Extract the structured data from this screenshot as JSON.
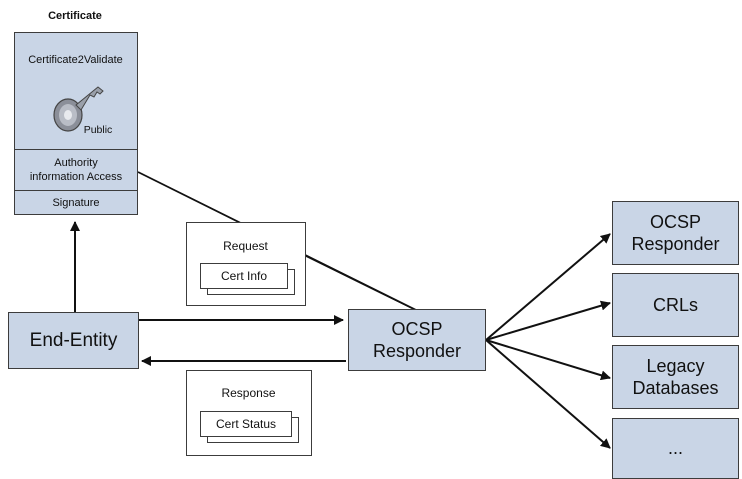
{
  "certificate": {
    "title": "Certificate",
    "subject": "Certificate2Validate",
    "key_label": "Public",
    "aia_label": "Authority information Access",
    "signature_label": "Signature"
  },
  "end_entity": {
    "label": "End-Entity"
  },
  "ocsp_center": {
    "label": "OCSP Responder"
  },
  "request": {
    "title": "Request",
    "inner_label": "Cert Info"
  },
  "response": {
    "title": "Response",
    "inner_label": "Cert Status"
  },
  "backends": [
    {
      "label": "OCSP Responder"
    },
    {
      "label": "CRLs"
    },
    {
      "label": "Legacy Databases"
    },
    {
      "label": "..."
    }
  ],
  "colors": {
    "box_fill": "#c9d5e6",
    "stroke": "#3c3c3c",
    "arrow": "#111111"
  },
  "icons": {
    "key": "key-icon"
  }
}
